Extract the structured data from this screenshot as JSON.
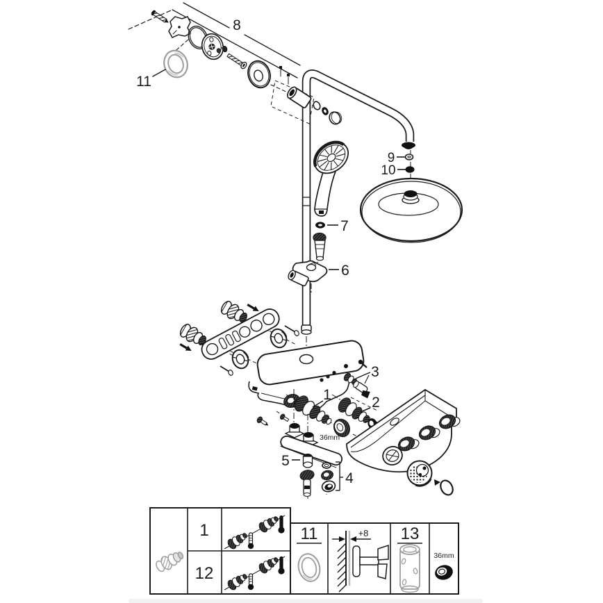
{
  "diagram": {
    "callouts": {
      "c1": "1",
      "c2": "2",
      "c3": "3",
      "c4": "4",
      "c5": "5",
      "c6": "6",
      "c7": "7",
      "c8": "8",
      "c9": "9",
      "c10": "10",
      "c11": "11"
    },
    "annotations": {
      "nut_size": "36mm"
    }
  },
  "legend": {
    "variant_row_a": "1",
    "variant_row_b": "12",
    "seal_ring_ref": "11",
    "wall_offset": "+8",
    "sleeve_ref": "13",
    "nut_size": "36mm"
  },
  "colors": {
    "ink": "#1a1a1a",
    "muted": "#9c9c9c",
    "bg": "#ffffff"
  }
}
